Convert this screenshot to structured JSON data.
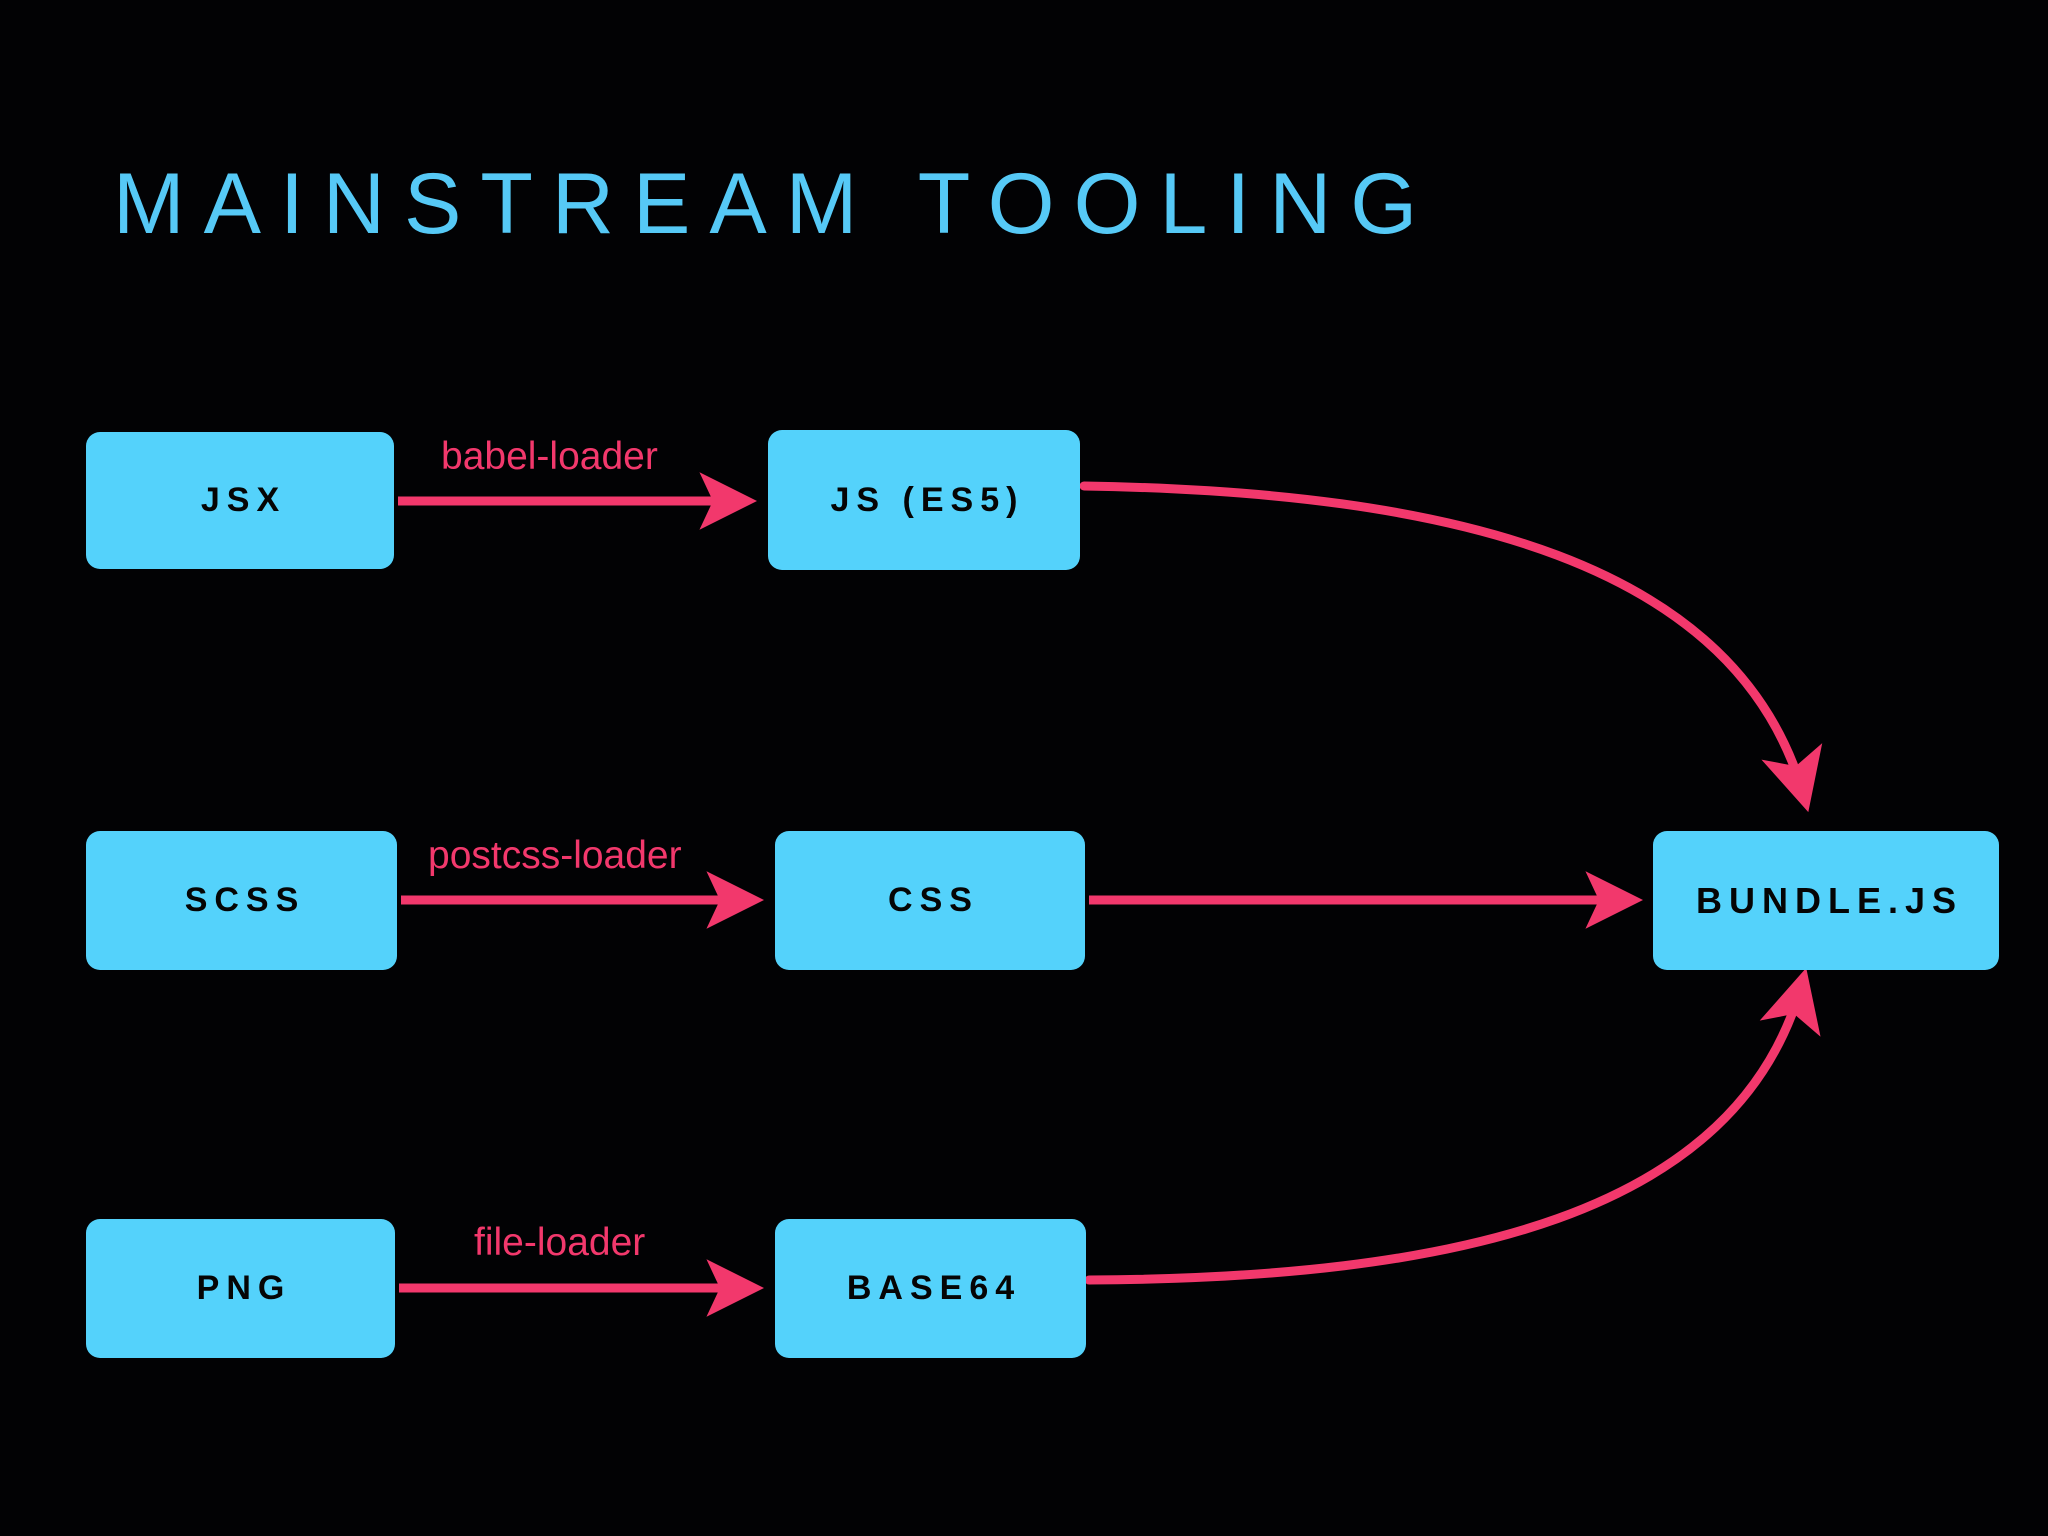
{
  "slide": {
    "title": "MAINSTREAM TOOLING",
    "background_color": "#000000",
    "accent_box_color": "#54d2fb",
    "accent_arrow_color": "#f2386c",
    "title_color": "#56c9f6",
    "node_text_color": "#050505"
  },
  "nodes": [
    {
      "id": "jsx",
      "label": "JSX"
    },
    {
      "id": "js",
      "label": "JS (ES5)"
    },
    {
      "id": "scss",
      "label": "SCSS"
    },
    {
      "id": "css",
      "label": "CSS"
    },
    {
      "id": "png",
      "label": "PNG"
    },
    {
      "id": "base64",
      "label": "BASE64"
    },
    {
      "id": "bundle",
      "label": "BUNDLE.JS"
    }
  ],
  "edges": [
    {
      "id": "jsx-to-js",
      "label": "babel-loader",
      "from": "jsx",
      "to": "js",
      "shape": "straight"
    },
    {
      "id": "scss-to-css",
      "label": "postcss-loader",
      "from": "scss",
      "to": "css",
      "shape": "straight"
    },
    {
      "id": "png-to-base64",
      "label": "file-loader",
      "from": "png",
      "to": "base64",
      "shape": "straight"
    },
    {
      "id": "js-to-bundle",
      "label": "",
      "from": "js",
      "to": "bundle",
      "shape": "curve-down"
    },
    {
      "id": "css-to-bundle",
      "label": "",
      "from": "css",
      "to": "bundle",
      "shape": "straight"
    },
    {
      "id": "base64-to-bundle",
      "label": "",
      "from": "base64",
      "to": "bundle",
      "shape": "curve-up"
    }
  ]
}
